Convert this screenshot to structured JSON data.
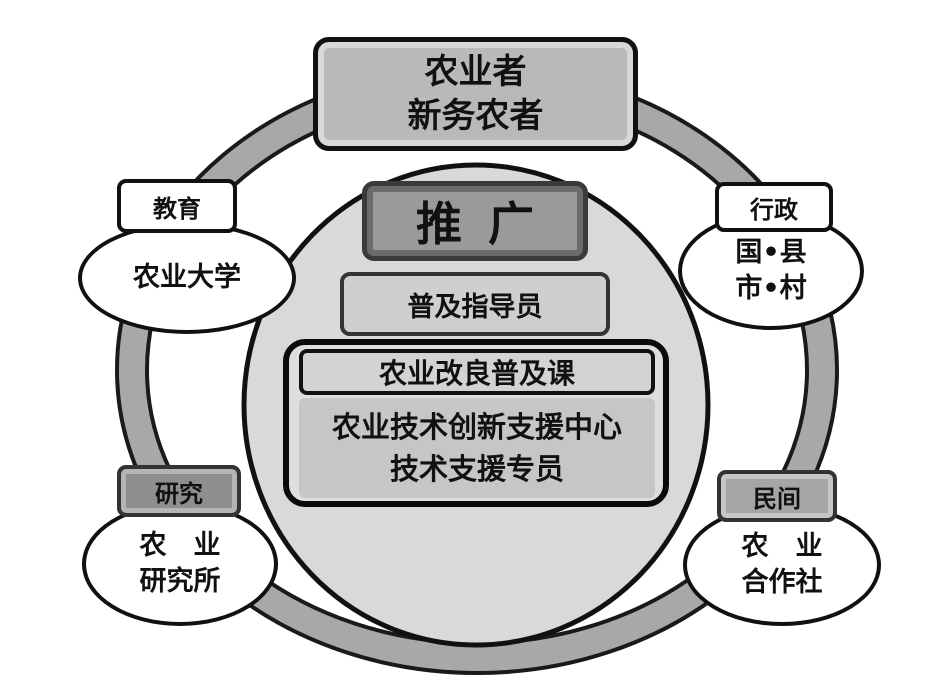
{
  "farmers": {
    "line1": "农业者",
    "line2": "新务农者"
  },
  "promotion": {
    "title": "推广"
  },
  "advisor": {
    "label": "普及指导员"
  },
  "division": {
    "head": "农业改良普及课",
    "line1": "农业技术创新支援中心",
    "line2": "技术支援专员"
  },
  "education": {
    "tag": "教育",
    "body": "农业大学"
  },
  "government": {
    "tag": "行政",
    "line1": "国•县",
    "line2": "市•村"
  },
  "research": {
    "tag": "研究",
    "line1": "农　业",
    "line2": "研究所"
  },
  "civil": {
    "tag": "民间",
    "line1": "农　业",
    "line2": "合作社"
  },
  "colors": {
    "ring": "#a8a8a8",
    "center_disc": "#d9d9d9"
  }
}
